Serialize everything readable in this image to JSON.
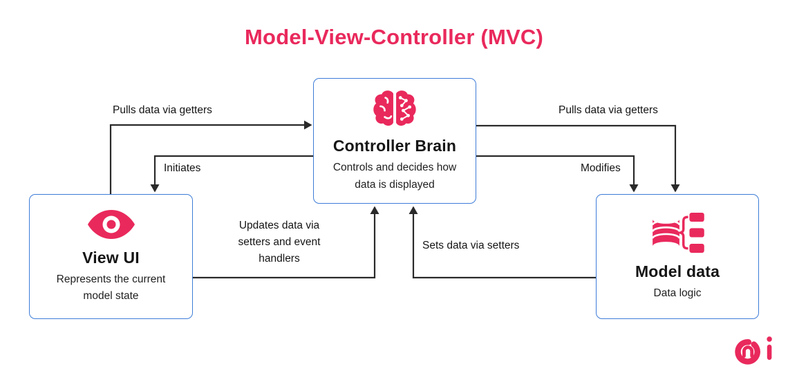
{
  "title": "Model-View-Controller (MVC)",
  "colors": {
    "accent_pink": "#e9295c",
    "box_border_blue": "#3d7cd8",
    "arrow_dark": "#2a2a2a",
    "text_dark": "#151515",
    "background": "#ffffff"
  },
  "nodes": {
    "controller": {
      "title": "Controller Brain",
      "subtitle": "Controls and decides how data is displayed",
      "icon": "brain-icon"
    },
    "view": {
      "title": "View UI",
      "subtitle": "Represents the current model state",
      "icon": "eye-icon"
    },
    "model": {
      "title": "Model data",
      "subtitle": "Data logic",
      "icon": "database-icon"
    }
  },
  "edges": [
    {
      "label": "Pulls data via getters",
      "from": "view",
      "to": "controller"
    },
    {
      "label": "Initiates",
      "from": "controller",
      "to": "view"
    },
    {
      "label": "Pulls data via getters",
      "from": "controller",
      "to": "model"
    },
    {
      "label": "Modifies",
      "from": "controller",
      "to": "model"
    },
    {
      "label": "Updates data via setters and event handlers",
      "from": "view",
      "to": "controller"
    },
    {
      "label": "Sets data via setters",
      "from": "model",
      "to": "controller"
    }
  ],
  "logo": "mimo-logo"
}
